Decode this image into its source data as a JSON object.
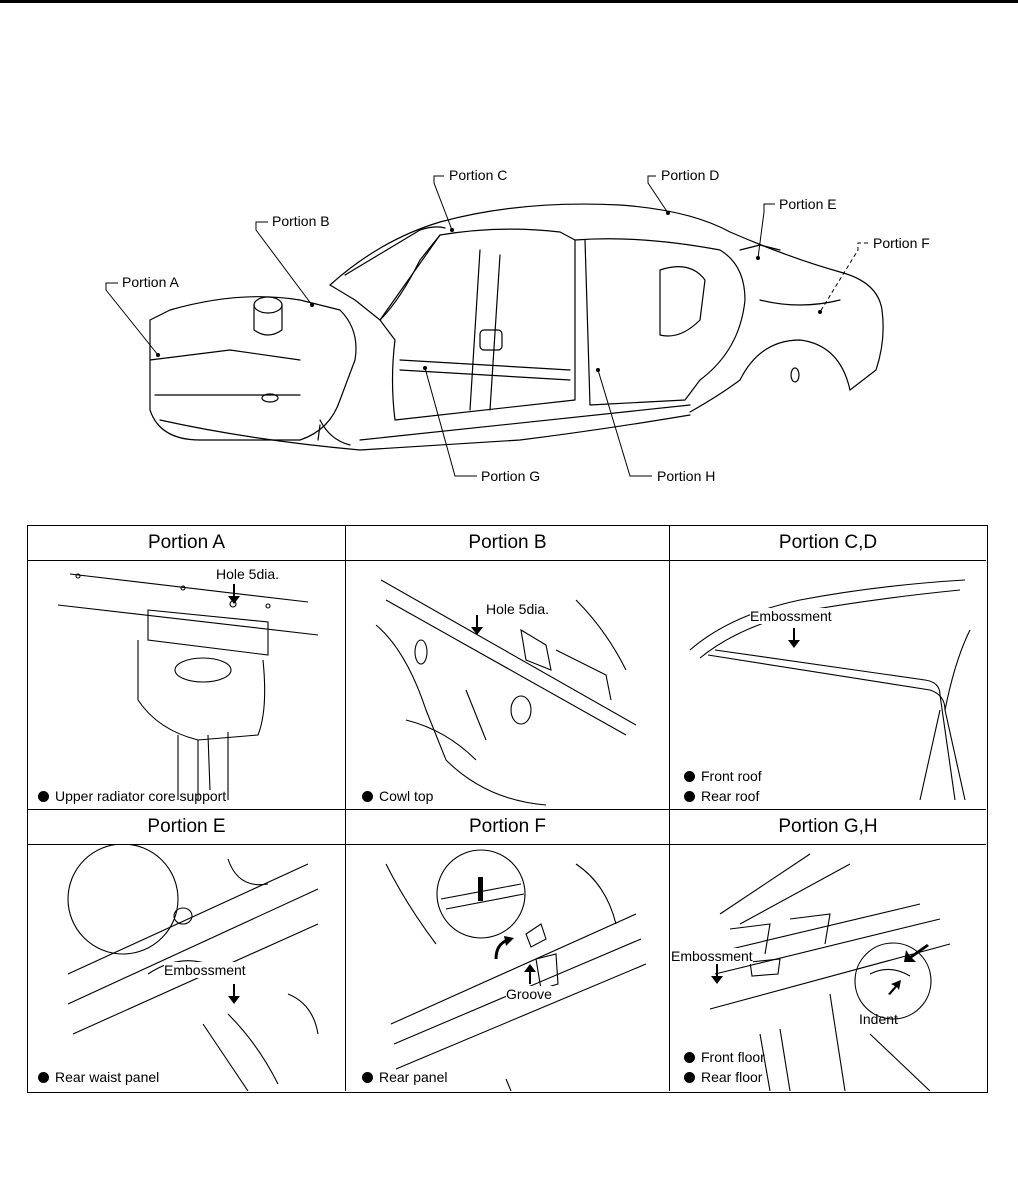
{
  "overview": {
    "labels": {
      "a": "Portion A",
      "b": "Portion B",
      "c": "Portion C",
      "d": "Portion D",
      "e": "Portion E",
      "f": "Portion F",
      "g": "Portion G",
      "h": "Portion H"
    }
  },
  "table": {
    "cells": [
      {
        "title": "Portion A",
        "callout": "Hole 5dia.",
        "items": [
          "Upper radiator core support"
        ]
      },
      {
        "title": "Portion B",
        "callout": "Hole 5dia.",
        "items": [
          "Cowl top"
        ]
      },
      {
        "title": "Portion C,D",
        "callout": "Embossment",
        "items": [
          "Front roof",
          "Rear roof"
        ]
      },
      {
        "title": "Portion E",
        "callout": "Embossment",
        "items": [
          "Rear waist panel"
        ]
      },
      {
        "title": "Portion F",
        "callout": "Groove",
        "items": [
          "Rear panel"
        ]
      },
      {
        "title": "Portion G,H",
        "callout": "Embossment",
        "callout2": "Indent",
        "items": [
          "Front floor",
          "Rear floor"
        ]
      }
    ]
  }
}
